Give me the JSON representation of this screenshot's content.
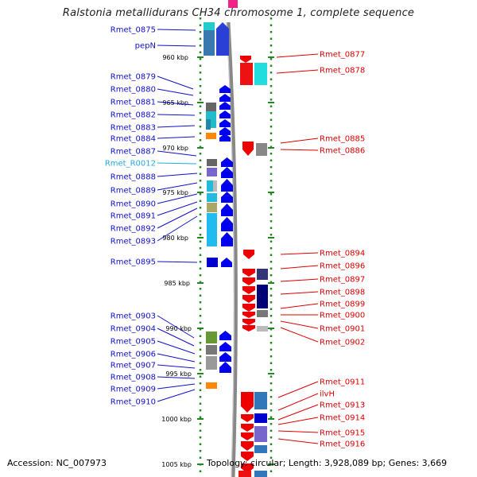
{
  "title": "Ralstonia metallidurans CH34 chromosome 1, complete sequence",
  "footer": {
    "accession": "Accession: NC_007973",
    "topology": "Topology: circular; Length: 3,928,089 bp; Genes: 3,669"
  },
  "colors": {
    "left_label": "#1010c8",
    "left_label_rna": "#22aadd",
    "right_label": "#dd0000",
    "forward_gene": "#0000ee",
    "reverse_gene": "#ee0000",
    "backbone": "#808080",
    "ruler": "#228822"
  },
  "scale_labels": [
    "960 kbp",
    "965 kbp",
    "970 kbp",
    "975 kbp",
    "980 kbp",
    "985 kbp",
    "990 kbp",
    "995 kbp",
    "1000 kbp",
    "1005 kbp"
  ],
  "left_genes": [
    {
      "name": "Rmet_0875",
      "type": "gene"
    },
    {
      "name": "pepN",
      "type": "gene"
    },
    {
      "name": "Rmet_0879",
      "type": "gene"
    },
    {
      "name": "Rmet_0880",
      "type": "gene"
    },
    {
      "name": "Rmet_0881",
      "type": "gene"
    },
    {
      "name": "Rmet_0882",
      "type": "gene"
    },
    {
      "name": "Rmet_0883",
      "type": "gene"
    },
    {
      "name": "Rmet_0884",
      "type": "gene"
    },
    {
      "name": "Rmet_0887",
      "type": "gene"
    },
    {
      "name": "Rmet_R0012",
      "type": "rna"
    },
    {
      "name": "Rmet_0888",
      "type": "gene"
    },
    {
      "name": "Rmet_0889",
      "type": "gene"
    },
    {
      "name": "Rmet_0890",
      "type": "gene"
    },
    {
      "name": "Rmet_0891",
      "type": "gene"
    },
    {
      "name": "Rmet_0892",
      "type": "gene"
    },
    {
      "name": "Rmet_0893",
      "type": "gene"
    },
    {
      "name": "Rmet_0895",
      "type": "gene"
    },
    {
      "name": "Rmet_0903",
      "type": "gene"
    },
    {
      "name": "Rmet_0904",
      "type": "gene"
    },
    {
      "name": "Rmet_0905",
      "type": "gene"
    },
    {
      "name": "Rmet_0906",
      "type": "gene"
    },
    {
      "name": "Rmet_0907",
      "type": "gene"
    },
    {
      "name": "Rmet_0908",
      "type": "gene"
    },
    {
      "name": "Rmet_0909",
      "type": "gene"
    },
    {
      "name": "Rmet_0910",
      "type": "gene"
    }
  ],
  "right_genes": [
    {
      "name": "Rmet_0877"
    },
    {
      "name": "Rmet_0878"
    },
    {
      "name": "Rmet_0885"
    },
    {
      "name": "Rmet_0886"
    },
    {
      "name": "Rmet_0894"
    },
    {
      "name": "Rmet_0896"
    },
    {
      "name": "Rmet_0897"
    },
    {
      "name": "Rmet_0898"
    },
    {
      "name": "Rmet_0899"
    },
    {
      "name": "Rmet_0900"
    },
    {
      "name": "Rmet_0901"
    },
    {
      "name": "Rmet_0902"
    },
    {
      "name": "Rmet_0911"
    },
    {
      "name": "ilvH"
    },
    {
      "name": "Rmet_0913"
    },
    {
      "name": "Rmet_0914"
    },
    {
      "name": "Rmet_0915"
    },
    {
      "name": "Rmet_0916"
    }
  ]
}
